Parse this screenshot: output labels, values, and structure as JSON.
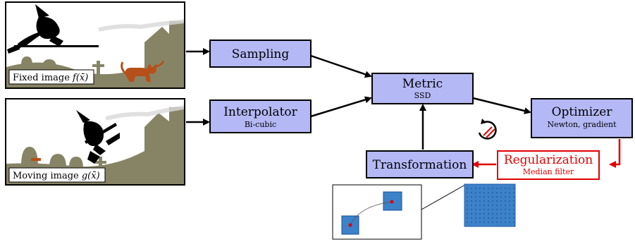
{
  "blocks": {
    "sampling": {
      "label": "Sampling"
    },
    "interpolator": {
      "label": "Interpolator",
      "sublabel": "Bi-cubic"
    },
    "metric": {
      "label": "Metric",
      "sublabel": "SSD"
    },
    "optimizer": {
      "label": "Optimizer",
      "sublabel": "Newton, gradient"
    },
    "transformation": {
      "label": "Transformation"
    },
    "regularization": {
      "label": "Regularization",
      "sublabel": "Median filter"
    }
  },
  "images": {
    "fixed": {
      "caption_prefix": "Fixed image ",
      "caption_func": "f(x̄)"
    },
    "moving": {
      "caption_prefix": "Moving image ",
      "caption_func": "g(x̄)"
    }
  },
  "colors": {
    "block_fill": "#b4b8f5",
    "regularization_border": "#e00000",
    "scene_sky": "#ffffff",
    "scene_ground": "#878466",
    "cat": "#b5501a",
    "grid_blue": "#3b82c8"
  }
}
